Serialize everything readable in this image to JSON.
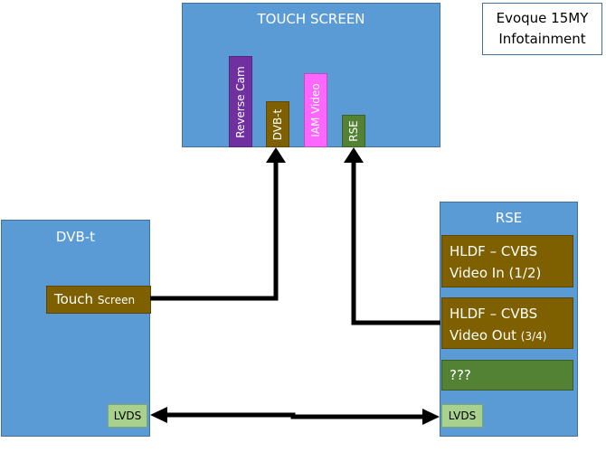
{
  "note": {
    "line1": "Evoque 15MY",
    "line2": "Infotainment"
  },
  "touch_screen": {
    "title": "TOUCH SCREEN",
    "inputs": [
      {
        "label": "Reverse Cam",
        "color": "#7030a0"
      },
      {
        "label": "DVB-t",
        "color": "#7f6000"
      },
      {
        "label": "IAM Video",
        "color": "#ff66ff"
      },
      {
        "label": "RSE",
        "color": "#548235"
      }
    ]
  },
  "dvbt": {
    "title": "DVB-t",
    "touch_main": "Touch",
    "touch_sub": "Screen",
    "lvds": "LVDS"
  },
  "rse": {
    "title": "RSE",
    "video_in_line1": "HLDF – CVBS",
    "video_in_line2": "Video In (1/2)",
    "video_out_line1": "HLDF – CVBS",
    "video_out_line2_main": "Video Out",
    "video_out_line2_sub": "(3/4)",
    "unknown": "???",
    "lvds": "LVDS"
  }
}
